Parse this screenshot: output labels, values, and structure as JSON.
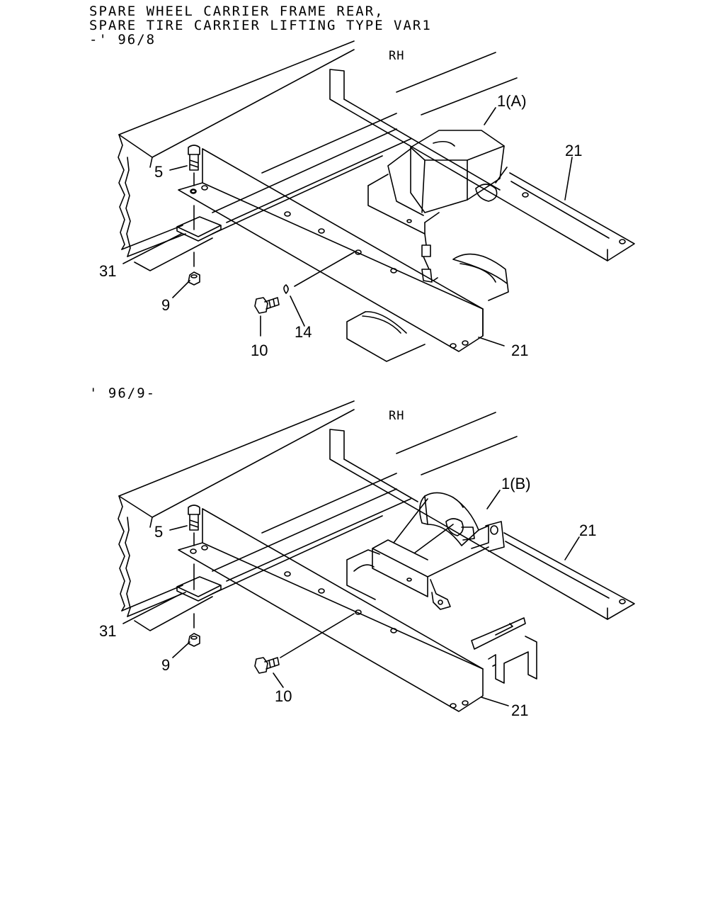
{
  "header": {
    "line1": "SPARE WHEEL CARRIER FRAME REAR,",
    "line2": "SPARE TIRE CARRIER LIFTING TYPE VAR1",
    "line3": "-' 96/8"
  },
  "section_top": {
    "side_label": "RH",
    "callouts": {
      "p1": "1(A)",
      "p21_right": "21",
      "p5": "5",
      "p31": "31",
      "p9": "9",
      "p10": "10",
      "p14": "14",
      "p21_bottom": "21"
    }
  },
  "section_bottom": {
    "period_label": "' 96/9-",
    "side_label": "RH",
    "callouts": {
      "p1": "1(B)",
      "p21_right": "21",
      "p5": "5",
      "p31": "31",
      "p9": "9",
      "p10": "10",
      "p21_bottom": "21"
    }
  }
}
